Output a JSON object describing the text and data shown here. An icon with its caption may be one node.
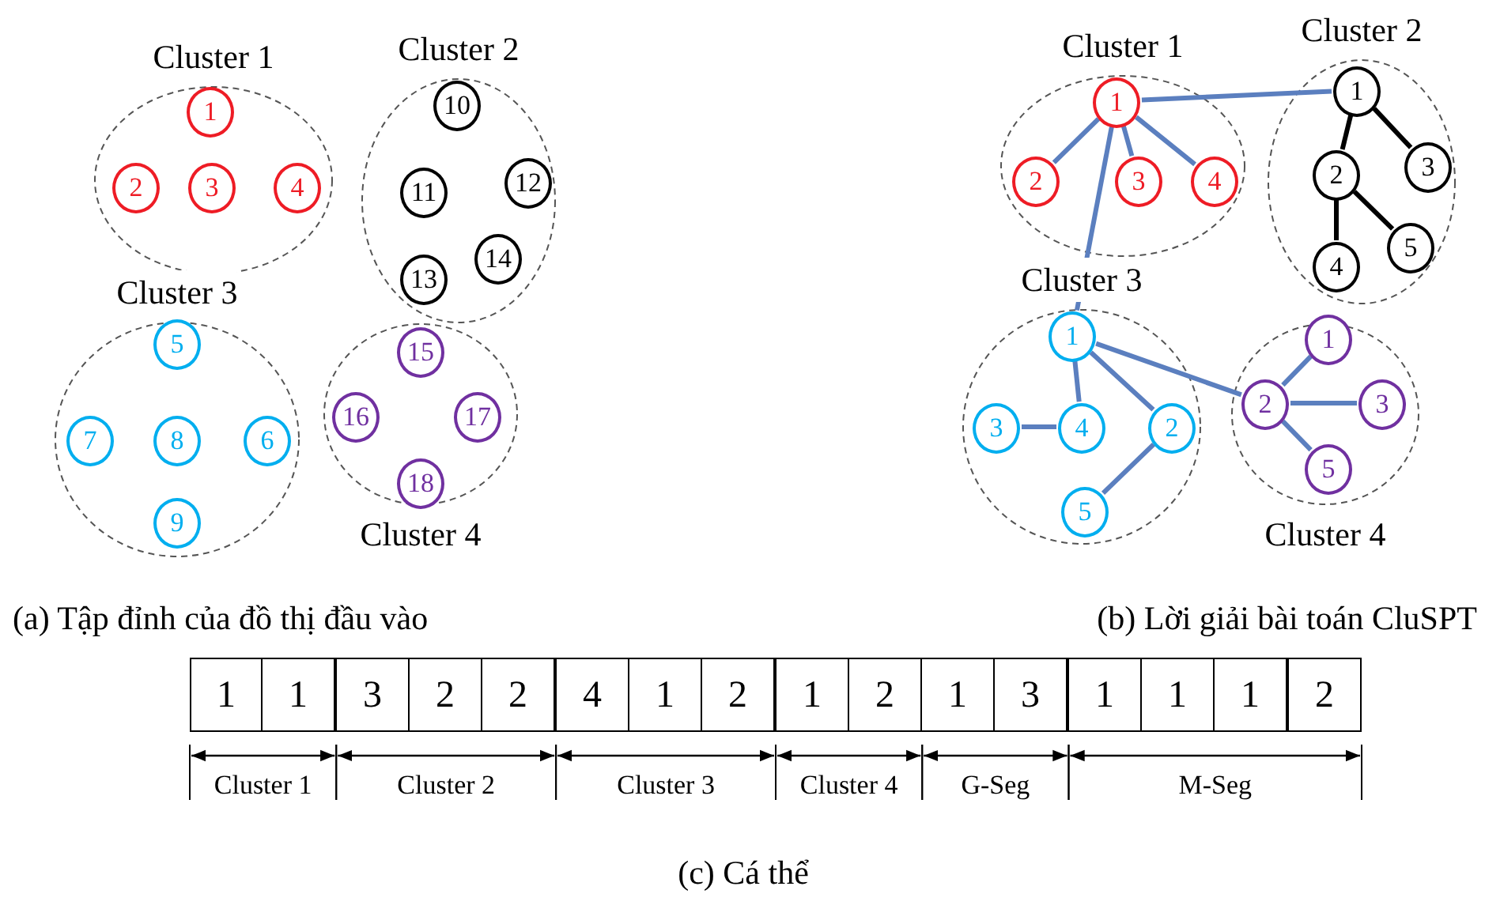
{
  "diagram": {
    "nodes": [
      {
        "text": [
          "Cluster 1"
        ]
      },
      {
        "text": [
          "1"
        ],
        "in": 0
      },
      {
        "text": [
          "2"
        ],
        "in": 0
      },
      {
        "text": [
          "3"
        ],
        "in": 0
      },
      {
        "text": [
          "4"
        ],
        "in": 0
      },
      {
        "text": [
          "Cluster 2"
        ]
      },
      {
        "text": [
          "10"
        ],
        "in": 5
      },
      {
        "text": [
          "11"
        ],
        "in": 5
      },
      {
        "text": [
          "12"
        ],
        "in": 5
      },
      {
        "text": [
          "13"
        ],
        "in": 5
      },
      {
        "text": [
          "14"
        ],
        "in": 5
      },
      {
        "text": [
          "Cluster 3"
        ]
      },
      {
        "text": [
          "5"
        ],
        "in": 11
      },
      {
        "text": [
          "7"
        ],
        "in": 11
      },
      {
        "text": [
          "8"
        ],
        "in": 11
      },
      {
        "text": [
          "6"
        ],
        "in": 11
      },
      {
        "text": [
          "9"
        ],
        "in": 11
      },
      {
        "text": [
          "Cluster 4"
        ]
      },
      {
        "text": [
          "15"
        ],
        "in": 17
      },
      {
        "text": [
          "16"
        ],
        "in": 17
      },
      {
        "text": [
          "17"
        ],
        "in": 17
      },
      {
        "text": [
          "18"
        ],
        "in": 17
      },
      {
        "text": [
          "Cluster 1"
        ]
      },
      {
        "text": [
          "1"
        ],
        "in": 22
      },
      {
        "text": [
          "2"
        ],
        "in": 22
      },
      {
        "text": [
          "3"
        ],
        "in": 22
      },
      {
        "text": [
          "4"
        ],
        "in": 22
      },
      {
        "text": [
          "Cluster 2"
        ]
      },
      {
        "text": [
          "1"
        ],
        "in": 27
      },
      {
        "text": [
          "2"
        ],
        "in": 27
      },
      {
        "text": [
          "3"
        ],
        "in": 27
      },
      {
        "text": [
          "4"
        ],
        "in": 27
      },
      {
        "text": [
          "5"
        ],
        "in": 27
      },
      {
        "text": [
          "Cluster 3"
        ]
      },
      {
        "text": [
          "1"
        ],
        "in": 33
      },
      {
        "text": [
          "3"
        ],
        "in": 33
      },
      {
        "text": [
          "4"
        ],
        "in": 33
      },
      {
        "text": [
          "2"
        ],
        "in": 33
      },
      {
        "text": [
          "5"
        ],
        "in": 33
      },
      {
        "text": [
          "Cluster 4"
        ]
      },
      {
        "text": [
          "1"
        ],
        "in": 39
      },
      {
        "text": [
          "2"
        ],
        "in": 39
      },
      {
        "text": [
          "3"
        ],
        "in": 39
      },
      {
        "text": [
          "5"
        ],
        "in": 39
      }
    ],
    "edges": [
      {
        "from": 23,
        "to": 24,
        "arrow": "none"
      },
      {
        "from": 23,
        "to": 25,
        "arrow": "none"
      },
      {
        "from": 23,
        "to": 26,
        "arrow": "none"
      },
      {
        "from": 23,
        "to": 28,
        "arrow": "none"
      },
      {
        "from": 23,
        "to": 34,
        "arrow": "none"
      },
      {
        "from": 28,
        "to": 29,
        "arrow": "none",
        "color": "#000000"
      },
      {
        "from": 28,
        "to": 30,
        "arrow": "none",
        "color": "#000000"
      },
      {
        "from": 29,
        "to": 31,
        "arrow": "none",
        "color": "#000000"
      },
      {
        "from": 29,
        "to": 32,
        "arrow": "none",
        "color": "#000000"
      },
      {
        "from": 34,
        "to": 36,
        "arrow": "none"
      },
      {
        "from": 35,
        "to": 36,
        "arrow": "none"
      },
      {
        "from": 34,
        "to": 37,
        "arrow": "none"
      },
      {
        "from": 37,
        "to": 38,
        "arrow": "none"
      },
      {
        "from": 34,
        "to": 41,
        "arrow": "none"
      },
      {
        "from": 41,
        "to": 40,
        "arrow": "none"
      },
      {
        "from": 41,
        "to": 42,
        "arrow": "none"
      },
      {
        "from": 41,
        "to": 43,
        "arrow": "none"
      }
    ],
    "labels": [
      "(a) Tập đỉnh của đồ thị đầu vào",
      "(b) Lời giải bài toán CluSPT",
      "1",
      "1",
      "3",
      "2",
      "2",
      "4",
      "1",
      "2",
      "1",
      "2",
      "1",
      "3",
      "1",
      "1",
      "1",
      "2",
      "Cluster 1",
      "Cluster 2",
      "Cluster 3",
      "Cluster 4",
      "G-Seg",
      "M-Seg",
      "(c) Cá thể"
    ]
  }
}
